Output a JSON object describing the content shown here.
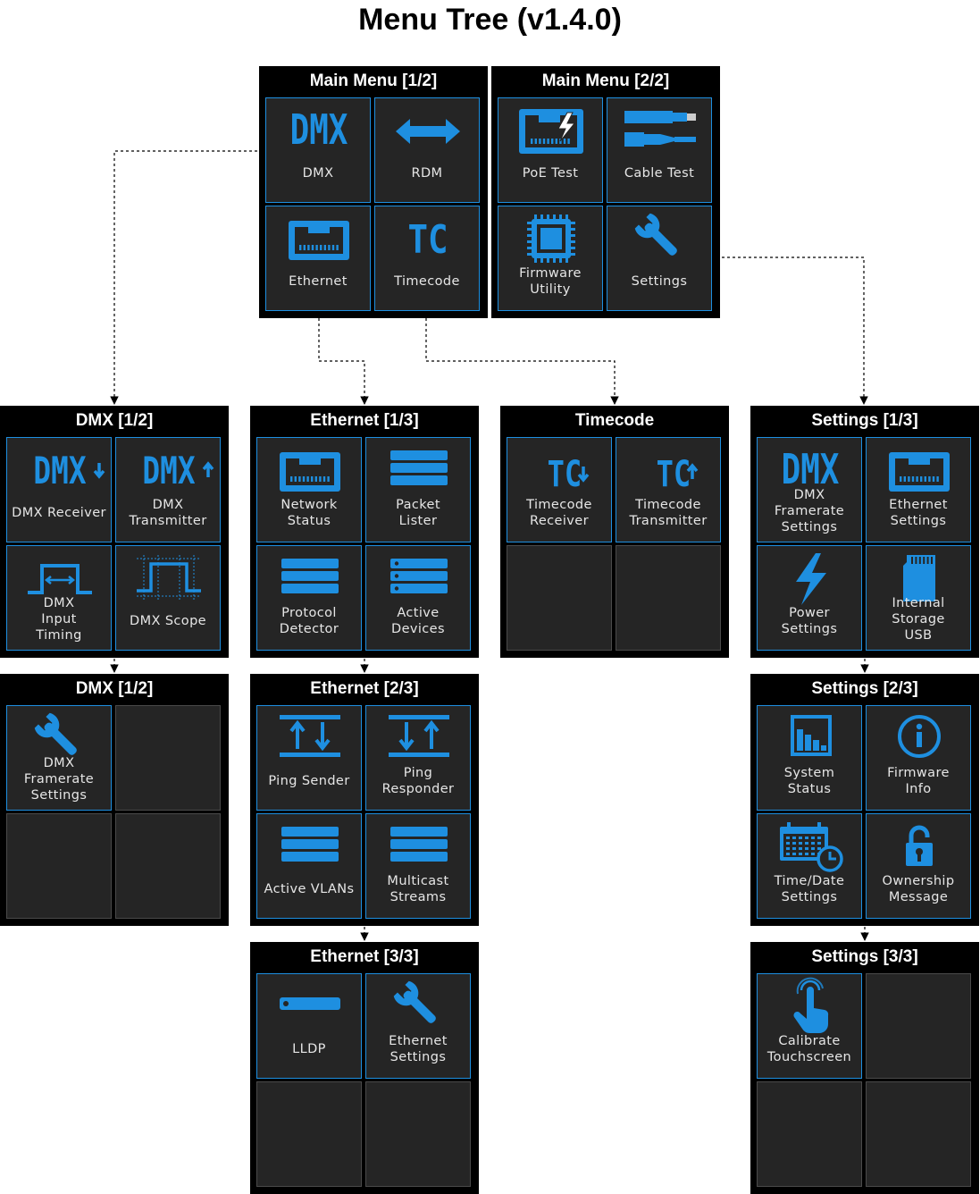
{
  "title": "Menu Tree (v1.4.0)",
  "colors": {
    "accent": "#1e8fe0",
    "panel_bg": "#000000",
    "tile_bg": "#252525"
  },
  "panels": {
    "main1": {
      "title": "Main Menu [1/2]",
      "tiles": [
        {
          "label": "DMX",
          "icon": "dmx-icon"
        },
        {
          "label": "RDM",
          "icon": "double-arrow-icon"
        },
        {
          "label": "Ethernet",
          "icon": "ethernet-port-icon"
        },
        {
          "label": "Timecode",
          "icon": "tc-icon"
        }
      ]
    },
    "main2": {
      "title": "Main Menu [2/2]",
      "tiles": [
        {
          "label": "PoE Test",
          "icon": "poe-port-icon"
        },
        {
          "label": "Cable Test",
          "icon": "xlr-cable-icon"
        },
        {
          "label": "Firmware Utility",
          "icon": "chip-icon"
        },
        {
          "label": "Settings",
          "icon": "wrench-icon"
        }
      ]
    },
    "dmx1": {
      "title": "DMX [1/2]",
      "tiles": [
        {
          "label": "DMX Receiver",
          "icon": "dmx-receive-icon"
        },
        {
          "label": "DMX Transmitter",
          "icon": "dmx-transmit-icon"
        },
        {
          "label": "DMX Input Timing",
          "icon": "pulse-timing-icon"
        },
        {
          "label": "DMX Scope",
          "icon": "scope-icon"
        }
      ]
    },
    "dmx2": {
      "title": "DMX [1/2]",
      "tiles": [
        {
          "label": "DMX Framerate Settings",
          "icon": "wrench-icon"
        },
        null,
        null,
        null
      ]
    },
    "eth1": {
      "title": "Ethernet [1/3]",
      "tiles": [
        {
          "label": "Network Status",
          "icon": "ethernet-port-icon"
        },
        {
          "label": "Packet Lister",
          "icon": "list-stack-icon"
        },
        {
          "label": "Protocol Detector",
          "icon": "list-stack-icon"
        },
        {
          "label": "Active Devices",
          "icon": "server-stack-icon"
        }
      ]
    },
    "eth2": {
      "title": "Ethernet [2/3]",
      "tiles": [
        {
          "label": "Ping Sender",
          "icon": "ping-send-icon"
        },
        {
          "label": "Ping Responder",
          "icon": "ping-respond-icon"
        },
        {
          "label": "Active VLANs",
          "icon": "list-stack-icon"
        },
        {
          "label": "Multicast Streams",
          "icon": "list-stack-icon"
        }
      ]
    },
    "eth3": {
      "title": "Ethernet [3/3]",
      "tiles": [
        {
          "label": "LLDP",
          "icon": "lldp-bar-icon"
        },
        {
          "label": "Ethernet Settings",
          "icon": "wrench-icon"
        },
        null,
        null
      ]
    },
    "tc": {
      "title": "Timecode",
      "tiles": [
        {
          "label": "Timecode Receiver",
          "icon": "tc-receive-icon"
        },
        {
          "label": "Timecode Transmitter",
          "icon": "tc-transmit-icon"
        },
        null,
        null
      ]
    },
    "set1": {
      "title": "Settings [1/3]",
      "tiles": [
        {
          "label": "DMX Framerate Settings",
          "icon": "dmx-icon"
        },
        {
          "label": "Ethernet Settings",
          "icon": "ethernet-port-icon"
        },
        {
          "label": "Power Settings",
          "icon": "lightning-icon"
        },
        {
          "label": "Internal Storage USB",
          "icon": "sd-card-icon"
        }
      ]
    },
    "set2": {
      "title": "Settings [2/3]",
      "tiles": [
        {
          "label": "System Status",
          "icon": "bar-chart-icon"
        },
        {
          "label": "Firmware Info",
          "icon": "info-icon"
        },
        {
          "label": "Time/Date Settings",
          "icon": "calendar-clock-icon"
        },
        {
          "label": "Ownership Message",
          "icon": "padlock-icon"
        }
      ]
    },
    "set3": {
      "title": "Settings [3/3]",
      "tiles": [
        {
          "label": "Calibrate Touchscreen",
          "icon": "touch-hand-icon"
        },
        null,
        null,
        null
      ]
    }
  }
}
